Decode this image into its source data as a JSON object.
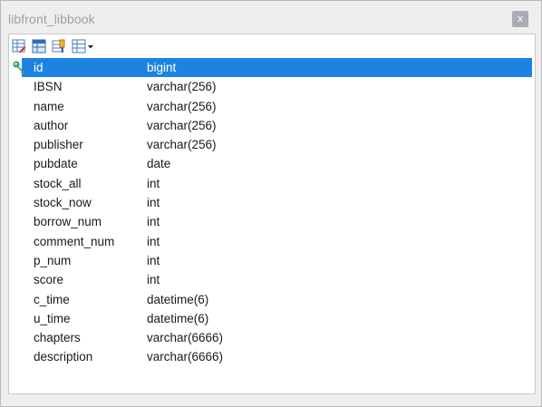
{
  "window": {
    "title": "libfront_libbook",
    "close_label": "x"
  },
  "toolbar": {
    "buttons": [
      {
        "icon": "design-table-icon"
      },
      {
        "icon": "table-grid-icon"
      },
      {
        "icon": "copy-table-icon"
      },
      {
        "icon": "table-view-dropdown-icon"
      }
    ]
  },
  "columns": [
    {
      "name": "id",
      "type": "bigint",
      "primary_key": true,
      "selected": true
    },
    {
      "name": "IBSN",
      "type": "varchar(256)"
    },
    {
      "name": "name",
      "type": "varchar(256)"
    },
    {
      "name": "author",
      "type": "varchar(256)"
    },
    {
      "name": "publisher",
      "type": "varchar(256)"
    },
    {
      "name": "pubdate",
      "type": "date"
    },
    {
      "name": "stock_all",
      "type": "int"
    },
    {
      "name": "stock_now",
      "type": "int"
    },
    {
      "name": "borrow_num",
      "type": "int"
    },
    {
      "name": "comment_num",
      "type": "int"
    },
    {
      "name": "p_num",
      "type": "int"
    },
    {
      "name": "score",
      "type": "int"
    },
    {
      "name": "c_time",
      "type": "datetime(6)"
    },
    {
      "name": "u_time",
      "type": "datetime(6)"
    },
    {
      "name": "chapters",
      "type": "varchar(6666)"
    },
    {
      "name": "description",
      "type": "varchar(6666)"
    }
  ],
  "colors": {
    "selection": "#1c84e0",
    "title_text": "#9aa0a8",
    "key_icon": "#3aa07a"
  }
}
